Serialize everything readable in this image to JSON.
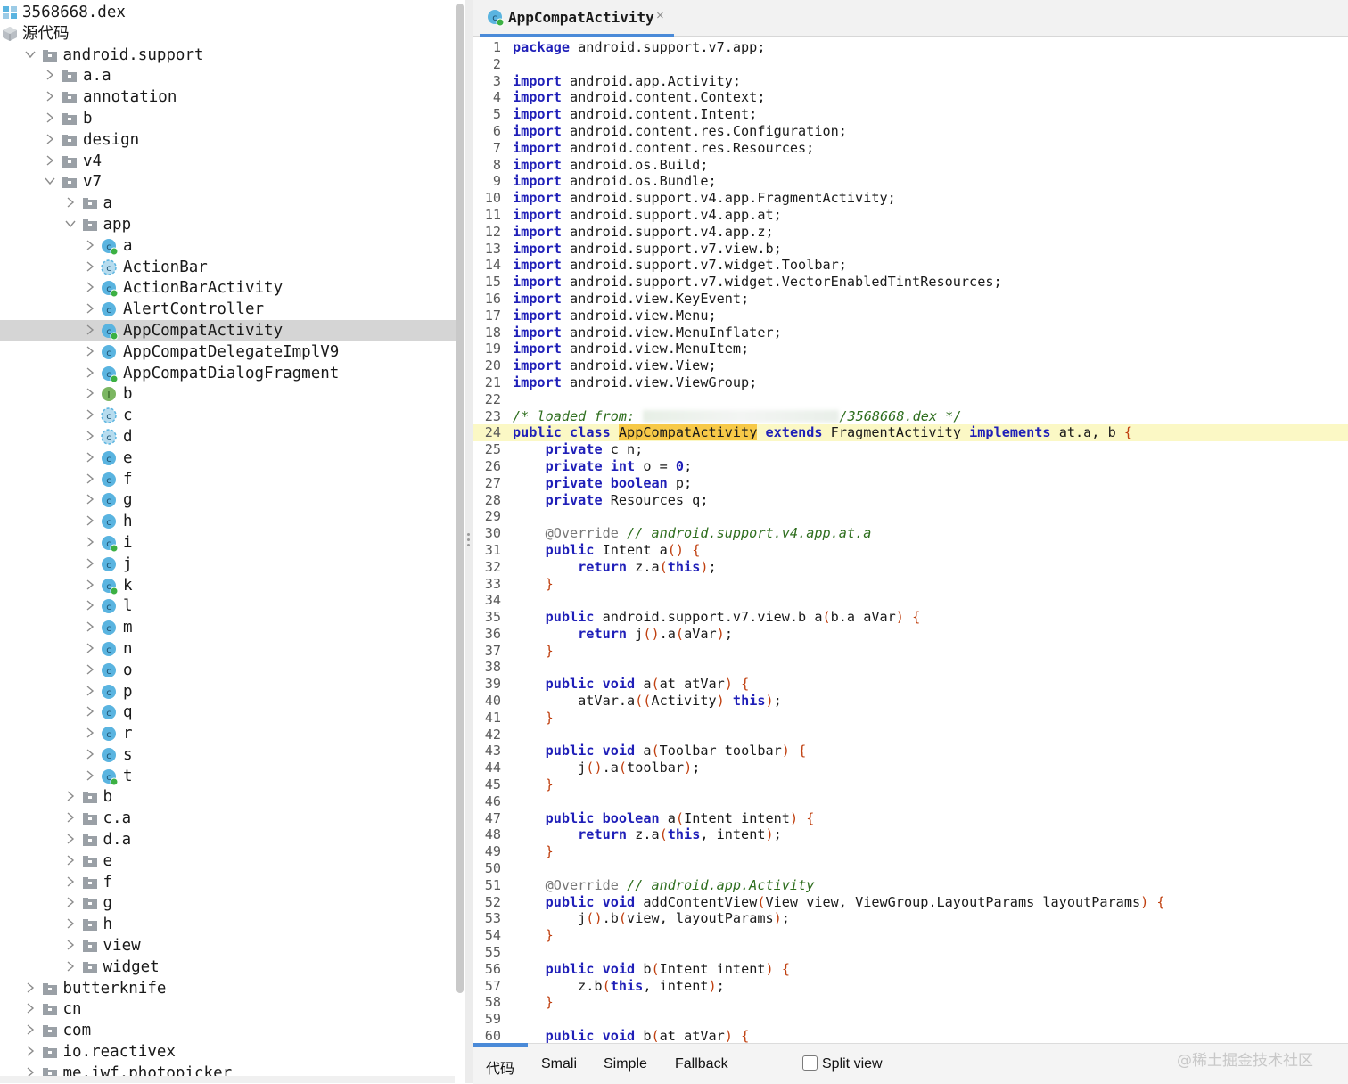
{
  "tree": {
    "items": [
      {
        "label": "3568668.dex",
        "depth": 0,
        "chev": "none",
        "icon": "dex-icon"
      },
      {
        "label": "源代码",
        "depth": 0,
        "chev": "down",
        "icon": "source-box-icon"
      },
      {
        "label": "android.support",
        "depth": 1,
        "chev": "down",
        "icon": "package-icon"
      },
      {
        "label": "a.a",
        "depth": 2,
        "chev": "right",
        "icon": "package-icon"
      },
      {
        "label": "annotation",
        "depth": 2,
        "chev": "right",
        "icon": "package-icon"
      },
      {
        "label": "b",
        "depth": 2,
        "chev": "right",
        "icon": "package-icon"
      },
      {
        "label": "design",
        "depth": 2,
        "chev": "right",
        "icon": "package-icon"
      },
      {
        "label": "v4",
        "depth": 2,
        "chev": "right",
        "icon": "package-icon"
      },
      {
        "label": "v7",
        "depth": 2,
        "chev": "down",
        "icon": "package-icon"
      },
      {
        "label": "a",
        "depth": 3,
        "chev": "right",
        "icon": "package-icon"
      },
      {
        "label": "app",
        "depth": 3,
        "chev": "down",
        "icon": "package-icon"
      },
      {
        "label": "a",
        "depth": 4,
        "chev": "right",
        "icon": "class-public-icon"
      },
      {
        "label": "ActionBar",
        "depth": 4,
        "chev": "right",
        "icon": "abstract-class-icon"
      },
      {
        "label": "ActionBarActivity",
        "depth": 4,
        "chev": "right",
        "icon": "class-public-icon"
      },
      {
        "label": "AlertController",
        "depth": 4,
        "chev": "right",
        "icon": "class-icon"
      },
      {
        "label": "AppCompatActivity",
        "depth": 4,
        "chev": "right",
        "icon": "class-public-icon",
        "selected": true
      },
      {
        "label": "AppCompatDelegateImplV9",
        "depth": 4,
        "chev": "right",
        "icon": "class-icon"
      },
      {
        "label": "AppCompatDialogFragment",
        "depth": 4,
        "chev": "right",
        "icon": "class-public-icon"
      },
      {
        "label": "b",
        "depth": 4,
        "chev": "right",
        "icon": "interface-icon"
      },
      {
        "label": "c",
        "depth": 4,
        "chev": "right",
        "icon": "abstract-class-icon"
      },
      {
        "label": "d",
        "depth": 4,
        "chev": "right",
        "icon": "abstract-class-icon"
      },
      {
        "label": "e",
        "depth": 4,
        "chev": "right",
        "icon": "class-icon"
      },
      {
        "label": "f",
        "depth": 4,
        "chev": "right",
        "icon": "class-icon"
      },
      {
        "label": "g",
        "depth": 4,
        "chev": "right",
        "icon": "class-icon"
      },
      {
        "label": "h",
        "depth": 4,
        "chev": "right",
        "icon": "class-icon"
      },
      {
        "label": "i",
        "depth": 4,
        "chev": "right",
        "icon": "class-public-icon"
      },
      {
        "label": "j",
        "depth": 4,
        "chev": "right",
        "icon": "class-icon"
      },
      {
        "label": "k",
        "depth": 4,
        "chev": "right",
        "icon": "class-public-icon"
      },
      {
        "label": "l",
        "depth": 4,
        "chev": "right",
        "icon": "class-icon"
      },
      {
        "label": "m",
        "depth": 4,
        "chev": "right",
        "icon": "class-icon"
      },
      {
        "label": "n",
        "depth": 4,
        "chev": "right",
        "icon": "class-icon"
      },
      {
        "label": "o",
        "depth": 4,
        "chev": "right",
        "icon": "class-icon"
      },
      {
        "label": "p",
        "depth": 4,
        "chev": "right",
        "icon": "class-icon"
      },
      {
        "label": "q",
        "depth": 4,
        "chev": "right",
        "icon": "class-icon"
      },
      {
        "label": "r",
        "depth": 4,
        "chev": "right",
        "icon": "class-icon"
      },
      {
        "label": "s",
        "depth": 4,
        "chev": "right",
        "icon": "class-icon"
      },
      {
        "label": "t",
        "depth": 4,
        "chev": "right",
        "icon": "class-public-icon"
      },
      {
        "label": "b",
        "depth": 3,
        "chev": "right",
        "icon": "package-icon"
      },
      {
        "label": "c.a",
        "depth": 3,
        "chev": "right",
        "icon": "package-icon"
      },
      {
        "label": "d.a",
        "depth": 3,
        "chev": "right",
        "icon": "package-icon"
      },
      {
        "label": "e",
        "depth": 3,
        "chev": "right",
        "icon": "package-icon"
      },
      {
        "label": "f",
        "depth": 3,
        "chev": "right",
        "icon": "package-icon"
      },
      {
        "label": "g",
        "depth": 3,
        "chev": "right",
        "icon": "package-icon"
      },
      {
        "label": "h",
        "depth": 3,
        "chev": "right",
        "icon": "package-icon"
      },
      {
        "label": "view",
        "depth": 3,
        "chev": "right",
        "icon": "package-icon"
      },
      {
        "label": "widget",
        "depth": 3,
        "chev": "right",
        "icon": "package-icon"
      },
      {
        "label": "butterknife",
        "depth": 1,
        "chev": "right",
        "icon": "package-icon"
      },
      {
        "label": "cn",
        "depth": 1,
        "chev": "right",
        "icon": "package-icon"
      },
      {
        "label": "com",
        "depth": 1,
        "chev": "right",
        "icon": "package-icon"
      },
      {
        "label": "io.reactivex",
        "depth": 1,
        "chev": "right",
        "icon": "package-icon"
      },
      {
        "label": "me.iwf.photopicker",
        "depth": 1,
        "chev": "right",
        "icon": "package-icon"
      }
    ]
  },
  "editor": {
    "tab": {
      "title": "AppCompatActivity",
      "close": "×",
      "icon": "class-public-icon"
    },
    "highlight_line": 24,
    "lines": [
      [
        [
          "k",
          "package"
        ],
        [
          "t",
          " android.support.v7.app;"
        ]
      ],
      [],
      [
        [
          "k",
          "import"
        ],
        [
          "t",
          " android.app.Activity;"
        ]
      ],
      [
        [
          "k",
          "import"
        ],
        [
          "t",
          " android.content.Context;"
        ]
      ],
      [
        [
          "k",
          "import"
        ],
        [
          "t",
          " android.content.Intent;"
        ]
      ],
      [
        [
          "k",
          "import"
        ],
        [
          "t",
          " android.content.res.Configuration;"
        ]
      ],
      [
        [
          "k",
          "import"
        ],
        [
          "t",
          " android.content.res.Resources;"
        ]
      ],
      [
        [
          "k",
          "import"
        ],
        [
          "t",
          " android.os.Build;"
        ]
      ],
      [
        [
          "k",
          "import"
        ],
        [
          "t",
          " android.os.Bundle;"
        ]
      ],
      [
        [
          "k",
          "import"
        ],
        [
          "t",
          " android.support.v4.app.FragmentActivity;"
        ]
      ],
      [
        [
          "k",
          "import"
        ],
        [
          "t",
          " android.support.v4.app.at;"
        ]
      ],
      [
        [
          "k",
          "import"
        ],
        [
          "t",
          " android.support.v4.app.z;"
        ]
      ],
      [
        [
          "k",
          "import"
        ],
        [
          "t",
          " android.support.v7.view.b;"
        ]
      ],
      [
        [
          "k",
          "import"
        ],
        [
          "t",
          " android.support.v7.widget.Toolbar;"
        ]
      ],
      [
        [
          "k",
          "import"
        ],
        [
          "t",
          " android.support.v7.widget.VectorEnabledTintResources;"
        ]
      ],
      [
        [
          "k",
          "import"
        ],
        [
          "t",
          " android.view.KeyEvent;"
        ]
      ],
      [
        [
          "k",
          "import"
        ],
        [
          "t",
          " android.view.Menu;"
        ]
      ],
      [
        [
          "k",
          "import"
        ],
        [
          "t",
          " android.view.MenuInflater;"
        ]
      ],
      [
        [
          "k",
          "import"
        ],
        [
          "t",
          " android.view.MenuItem;"
        ]
      ],
      [
        [
          "k",
          "import"
        ],
        [
          "t",
          " android.view.View;"
        ]
      ],
      [
        [
          "k",
          "import"
        ],
        [
          "t",
          " android.view.ViewGroup;"
        ]
      ],
      [],
      [
        [
          "c",
          "/* loaded from: "
        ],
        [
          "b",
          ""
        ],
        [
          "c",
          "/3568668.dex */"
        ]
      ],
      [
        [
          "k",
          "public"
        ],
        [
          "t",
          " "
        ],
        [
          "k",
          "class"
        ],
        [
          "t",
          " "
        ],
        [
          "cls",
          "AppCompatActivity"
        ],
        [
          "t",
          " "
        ],
        [
          "k",
          "extends"
        ],
        [
          "t",
          " FragmentActivity "
        ],
        [
          "k",
          "implements"
        ],
        [
          "t",
          " at.a, b "
        ],
        [
          "p",
          "{"
        ]
      ],
      [
        [
          "t",
          "    "
        ],
        [
          "k",
          "private"
        ],
        [
          "t",
          " c n;"
        ]
      ],
      [
        [
          "t",
          "    "
        ],
        [
          "k",
          "private"
        ],
        [
          "t",
          " "
        ],
        [
          "k",
          "int"
        ],
        [
          "t",
          " o = "
        ],
        [
          "n",
          "0"
        ],
        [
          "t",
          ";"
        ]
      ],
      [
        [
          "t",
          "    "
        ],
        [
          "k",
          "private"
        ],
        [
          "t",
          " "
        ],
        [
          "k",
          "boolean"
        ],
        [
          "t",
          " p;"
        ]
      ],
      [
        [
          "t",
          "    "
        ],
        [
          "k",
          "private"
        ],
        [
          "t",
          " Resources q;"
        ]
      ],
      [],
      [
        [
          "t",
          "    "
        ],
        [
          "a",
          "@Override"
        ],
        [
          "t",
          " "
        ],
        [
          "c",
          "// android.support.v4.app.at.a"
        ]
      ],
      [
        [
          "t",
          "    "
        ],
        [
          "k",
          "public"
        ],
        [
          "t",
          " Intent a"
        ],
        [
          "p",
          "()"
        ],
        [
          "t",
          " "
        ],
        [
          "p",
          "{"
        ]
      ],
      [
        [
          "t",
          "        "
        ],
        [
          "k",
          "return"
        ],
        [
          "t",
          " z.a"
        ],
        [
          "p",
          "("
        ],
        [
          "k",
          "this"
        ],
        [
          "p",
          ")"
        ],
        [
          "t",
          ";"
        ]
      ],
      [
        [
          "t",
          "    "
        ],
        [
          "p",
          "}"
        ]
      ],
      [],
      [
        [
          "t",
          "    "
        ],
        [
          "k",
          "public"
        ],
        [
          "t",
          " android.support.v7.view.b a"
        ],
        [
          "p",
          "("
        ],
        [
          "t",
          "b.a aVar"
        ],
        [
          "p",
          ")"
        ],
        [
          "t",
          " "
        ],
        [
          "p",
          "{"
        ]
      ],
      [
        [
          "t",
          "        "
        ],
        [
          "k",
          "return"
        ],
        [
          "t",
          " j"
        ],
        [
          "p",
          "()"
        ],
        [
          "t",
          ".a"
        ],
        [
          "p",
          "("
        ],
        [
          "t",
          "aVar"
        ],
        [
          "p",
          ")"
        ],
        [
          "t",
          ";"
        ]
      ],
      [
        [
          "t",
          "    "
        ],
        [
          "p",
          "}"
        ]
      ],
      [],
      [
        [
          "t",
          "    "
        ],
        [
          "k",
          "public"
        ],
        [
          "t",
          " "
        ],
        [
          "k",
          "void"
        ],
        [
          "t",
          " a"
        ],
        [
          "p",
          "("
        ],
        [
          "t",
          "at atVar"
        ],
        [
          "p",
          ")"
        ],
        [
          "t",
          " "
        ],
        [
          "p",
          "{"
        ]
      ],
      [
        [
          "t",
          "        atVar.a"
        ],
        [
          "p",
          "(("
        ],
        [
          "t",
          "Activity"
        ],
        [
          "p",
          ")"
        ],
        [
          "t",
          " "
        ],
        [
          "k",
          "this"
        ],
        [
          "p",
          ")"
        ],
        [
          "t",
          ";"
        ]
      ],
      [
        [
          "t",
          "    "
        ],
        [
          "p",
          "}"
        ]
      ],
      [],
      [
        [
          "t",
          "    "
        ],
        [
          "k",
          "public"
        ],
        [
          "t",
          " "
        ],
        [
          "k",
          "void"
        ],
        [
          "t",
          " a"
        ],
        [
          "p",
          "("
        ],
        [
          "t",
          "Toolbar toolbar"
        ],
        [
          "p",
          ")"
        ],
        [
          "t",
          " "
        ],
        [
          "p",
          "{"
        ]
      ],
      [
        [
          "t",
          "        j"
        ],
        [
          "p",
          "()"
        ],
        [
          "t",
          ".a"
        ],
        [
          "p",
          "("
        ],
        [
          "t",
          "toolbar"
        ],
        [
          "p",
          ")"
        ],
        [
          "t",
          ";"
        ]
      ],
      [
        [
          "t",
          "    "
        ],
        [
          "p",
          "}"
        ]
      ],
      [],
      [
        [
          "t",
          "    "
        ],
        [
          "k",
          "public"
        ],
        [
          "t",
          " "
        ],
        [
          "k",
          "boolean"
        ],
        [
          "t",
          " a"
        ],
        [
          "p",
          "("
        ],
        [
          "t",
          "Intent intent"
        ],
        [
          "p",
          ")"
        ],
        [
          "t",
          " "
        ],
        [
          "p",
          "{"
        ]
      ],
      [
        [
          "t",
          "        "
        ],
        [
          "k",
          "return"
        ],
        [
          "t",
          " z.a"
        ],
        [
          "p",
          "("
        ],
        [
          "k",
          "this"
        ],
        [
          "t",
          ", intent"
        ],
        [
          "p",
          ")"
        ],
        [
          "t",
          ";"
        ]
      ],
      [
        [
          "t",
          "    "
        ],
        [
          "p",
          "}"
        ]
      ],
      [],
      [
        [
          "t",
          "    "
        ],
        [
          "a",
          "@Override"
        ],
        [
          "t",
          " "
        ],
        [
          "c",
          "// android.app.Activity"
        ]
      ],
      [
        [
          "t",
          "    "
        ],
        [
          "k",
          "public"
        ],
        [
          "t",
          " "
        ],
        [
          "k",
          "void"
        ],
        [
          "t",
          " addContentView"
        ],
        [
          "p",
          "("
        ],
        [
          "t",
          "View view, ViewGroup.LayoutParams layoutParams"
        ],
        [
          "p",
          ")"
        ],
        [
          "t",
          " "
        ],
        [
          "p",
          "{"
        ]
      ],
      [
        [
          "t",
          "        j"
        ],
        [
          "p",
          "()"
        ],
        [
          "t",
          ".b"
        ],
        [
          "p",
          "("
        ],
        [
          "t",
          "view, layoutParams"
        ],
        [
          "p",
          ")"
        ],
        [
          "t",
          ";"
        ]
      ],
      [
        [
          "t",
          "    "
        ],
        [
          "p",
          "}"
        ]
      ],
      [],
      [
        [
          "t",
          "    "
        ],
        [
          "k",
          "public"
        ],
        [
          "t",
          " "
        ],
        [
          "k",
          "void"
        ],
        [
          "t",
          " b"
        ],
        [
          "p",
          "("
        ],
        [
          "t",
          "Intent intent"
        ],
        [
          "p",
          ")"
        ],
        [
          "t",
          " "
        ],
        [
          "p",
          "{"
        ]
      ],
      [
        [
          "t",
          "        z.b"
        ],
        [
          "p",
          "("
        ],
        [
          "k",
          "this"
        ],
        [
          "t",
          ", intent"
        ],
        [
          "p",
          ")"
        ],
        [
          "t",
          ";"
        ]
      ],
      [
        [
          "t",
          "    "
        ],
        [
          "p",
          "}"
        ]
      ],
      [],
      [
        [
          "t",
          "    "
        ],
        [
          "k",
          "public"
        ],
        [
          "t",
          " "
        ],
        [
          "k",
          "void"
        ],
        [
          "t",
          " b"
        ],
        [
          "p",
          "("
        ],
        [
          "t",
          "at atVar"
        ],
        [
          "p",
          ")"
        ],
        [
          "t",
          " "
        ],
        [
          "p",
          "{"
        ]
      ]
    ]
  },
  "bottom": {
    "tabs": [
      "代码",
      "Smali",
      "Simple",
      "Fallback"
    ],
    "split_view_label": "Split view",
    "split_view_checked": false,
    "watermark": "@稀土掘金技术社区"
  },
  "colors": {
    "accent": "#4a8ad8",
    "class_icon": "#5ab4e0",
    "interface_icon": "#7bb661",
    "public_dot": "#3cb043",
    "folder": "#9aa0a6",
    "keyword": "#1f1fb8",
    "comment": "#2e6e1e",
    "highlight_line": "#fbf8c5",
    "selected_class": "#f7c948"
  }
}
